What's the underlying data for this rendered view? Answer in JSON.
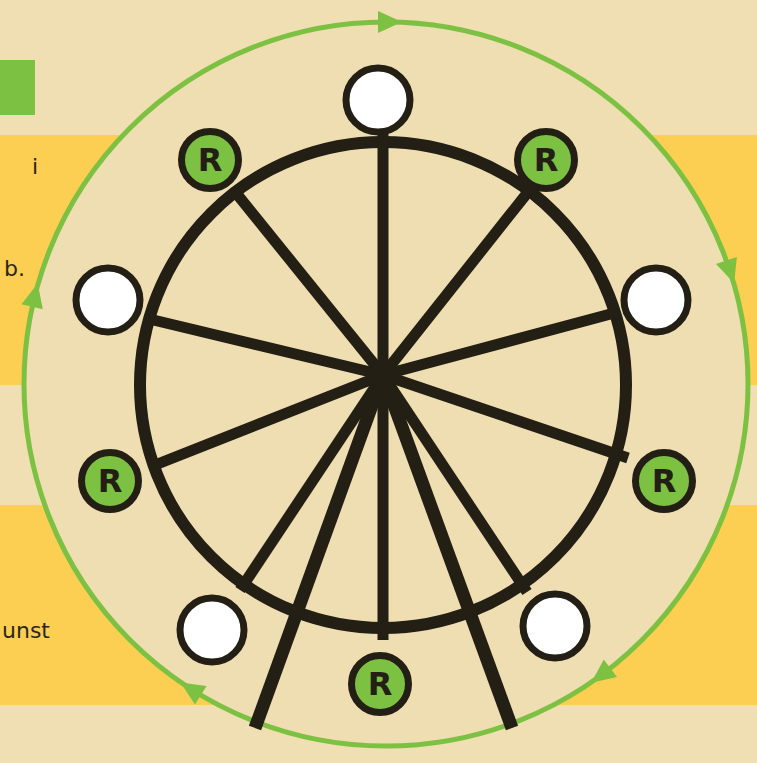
{
  "diagram": {
    "nodes": [
      {
        "text": [
          "R"
        ]
      },
      {
        "text": [
          "R"
        ]
      },
      {
        "text": [
          "R"
        ]
      },
      {
        "text": [
          "R"
        ]
      },
      {
        "text": [
          "R"
        ]
      }
    ],
    "labels": [
      "i",
      "b.",
      "unst"
    ]
  }
}
